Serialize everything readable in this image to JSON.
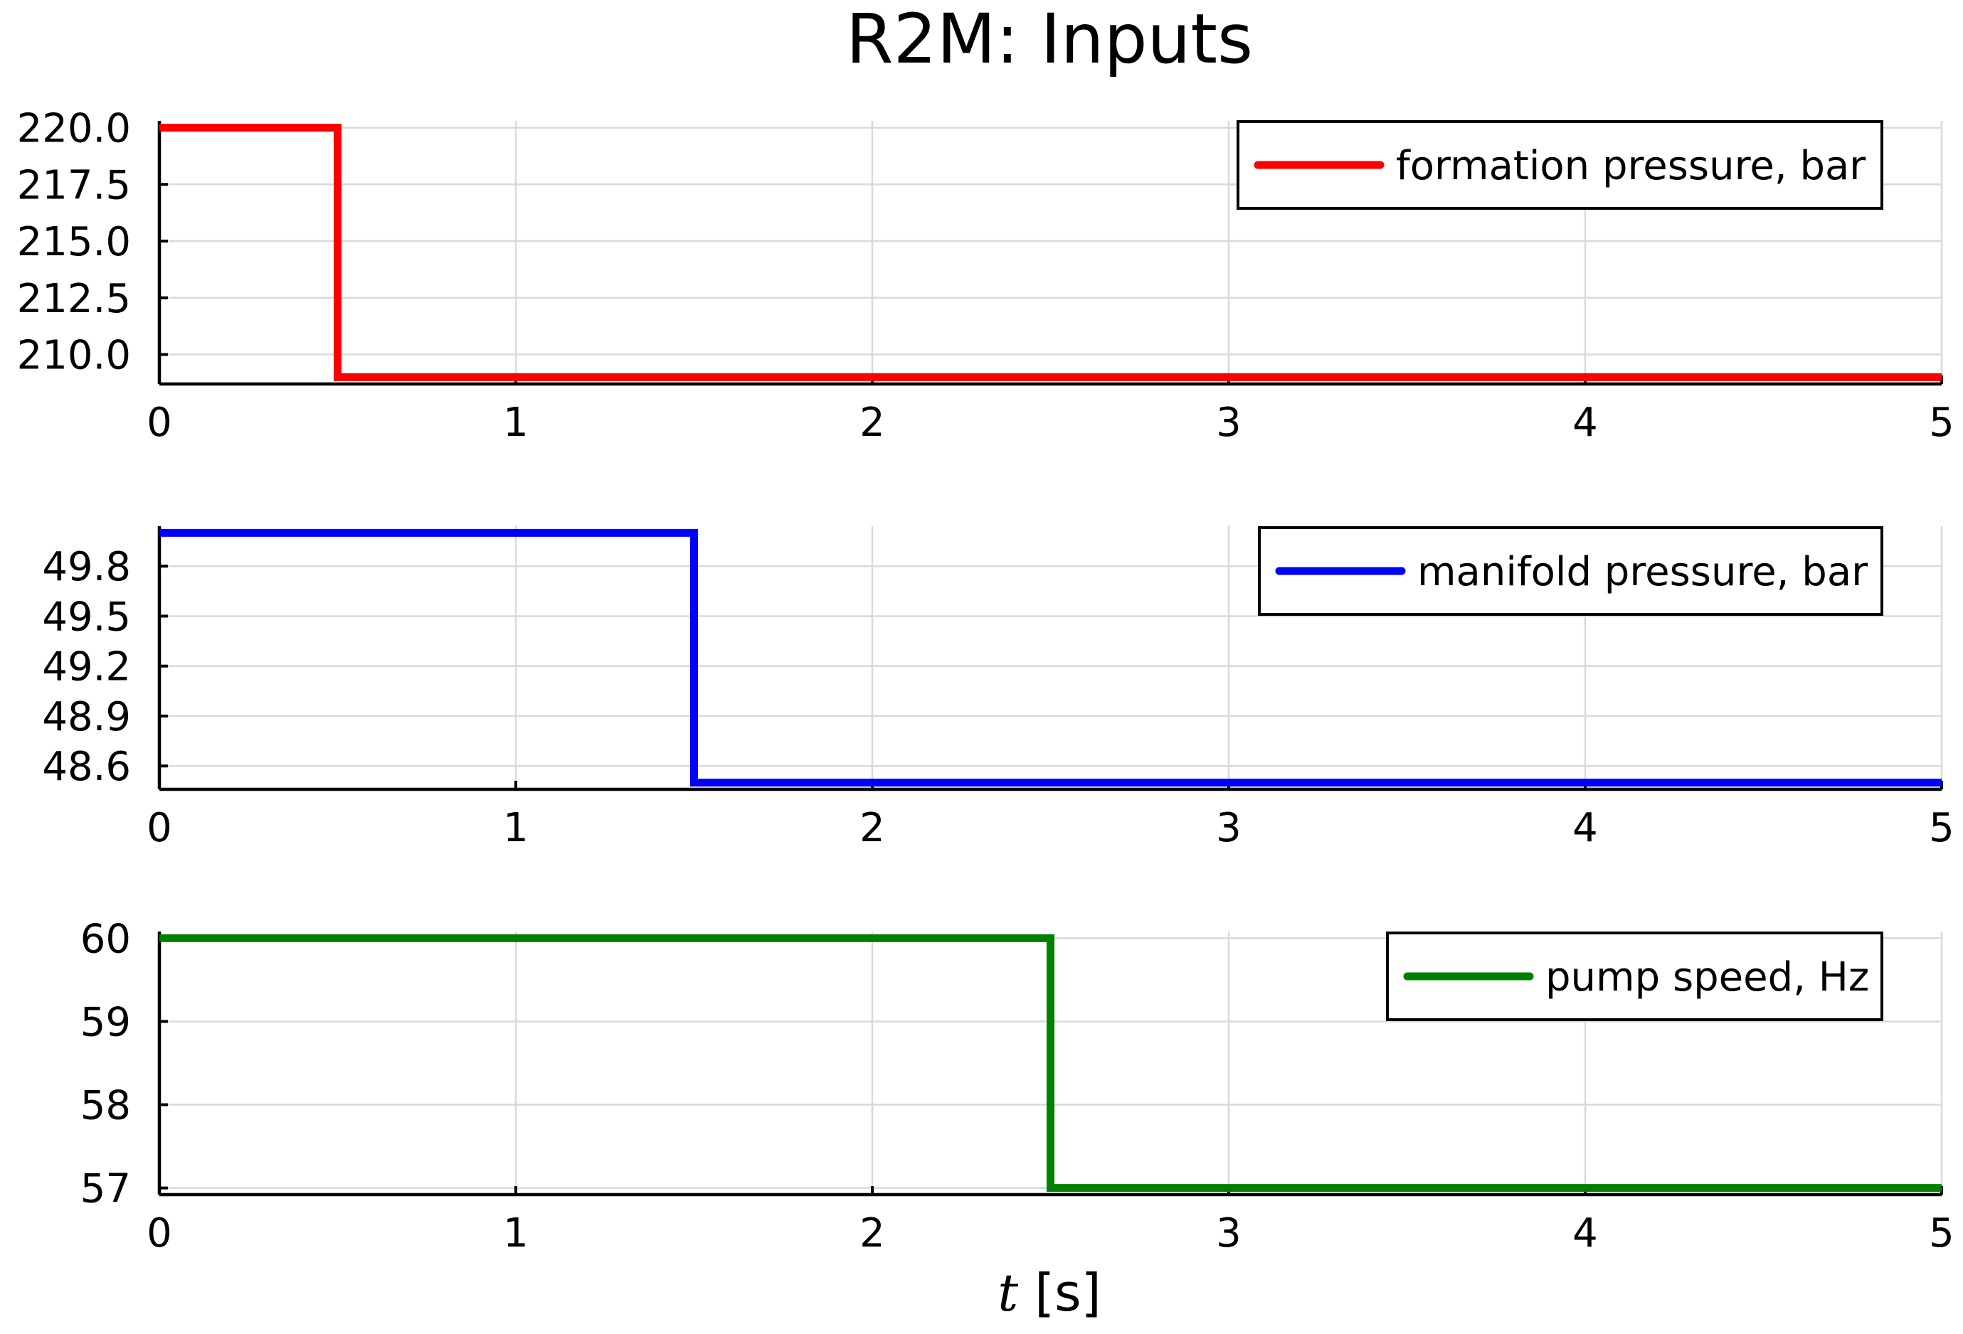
{
  "figure": {
    "title": "R2M: Inputs",
    "xlabel_symbol": "t",
    "xlabel_unit": "[s]"
  },
  "chart_data": [
    {
      "type": "line",
      "step": "post",
      "x": [
        0,
        0.5,
        5
      ],
      "series": [
        {
          "name": "formation pressure, bar",
          "color": "#ff0000",
          "values": [
            220,
            209,
            209
          ]
        }
      ],
      "xlim": [
        0,
        5
      ],
      "ylim": [
        208.7,
        220.3
      ],
      "xticks": [
        0,
        1,
        2,
        3,
        4,
        5
      ],
      "xtick_labels": [
        "0",
        "1",
        "2",
        "3",
        "4",
        "5"
      ],
      "yticks": [
        220.0,
        217.5,
        215.0,
        212.5,
        210.0
      ],
      "ytick_labels": [
        "220.0",
        "217.5",
        "215.0",
        "212.5",
        "210.0"
      ],
      "grid": true,
      "legend": "top-right"
    },
    {
      "type": "line",
      "step": "post",
      "x": [
        0,
        1.5,
        5
      ],
      "series": [
        {
          "name": "manifold pressure, bar",
          "color": "#0000ff",
          "values": [
            50.0,
            48.5,
            48.5
          ]
        }
      ],
      "xlim": [
        0,
        5
      ],
      "ylim": [
        48.46,
        50.04
      ],
      "xticks": [
        0,
        1,
        2,
        3,
        4,
        5
      ],
      "xtick_labels": [
        "0",
        "1",
        "2",
        "3",
        "4",
        "5"
      ],
      "yticks": [
        49.8,
        49.5,
        49.2,
        48.9,
        48.6
      ],
      "ytick_labels": [
        "49.8",
        "49.5",
        "49.2",
        "48.9",
        "48.6"
      ],
      "grid": true,
      "legend": "top-right"
    },
    {
      "type": "line",
      "step": "post",
      "x": [
        0,
        2.5,
        5
      ],
      "series": [
        {
          "name": "pump speed, Hz",
          "color": "#008000",
          "values": [
            60,
            57,
            57
          ]
        }
      ],
      "xlim": [
        0,
        5
      ],
      "ylim": [
        56.92,
        60.08
      ],
      "xticks": [
        0,
        1,
        2,
        3,
        4,
        5
      ],
      "xtick_labels": [
        "0",
        "1",
        "2",
        "3",
        "4",
        "5"
      ],
      "yticks": [
        60,
        59,
        58,
        57
      ],
      "ytick_labels": [
        "60",
        "59",
        "58",
        "57"
      ],
      "grid": true,
      "legend": "top-right"
    }
  ]
}
